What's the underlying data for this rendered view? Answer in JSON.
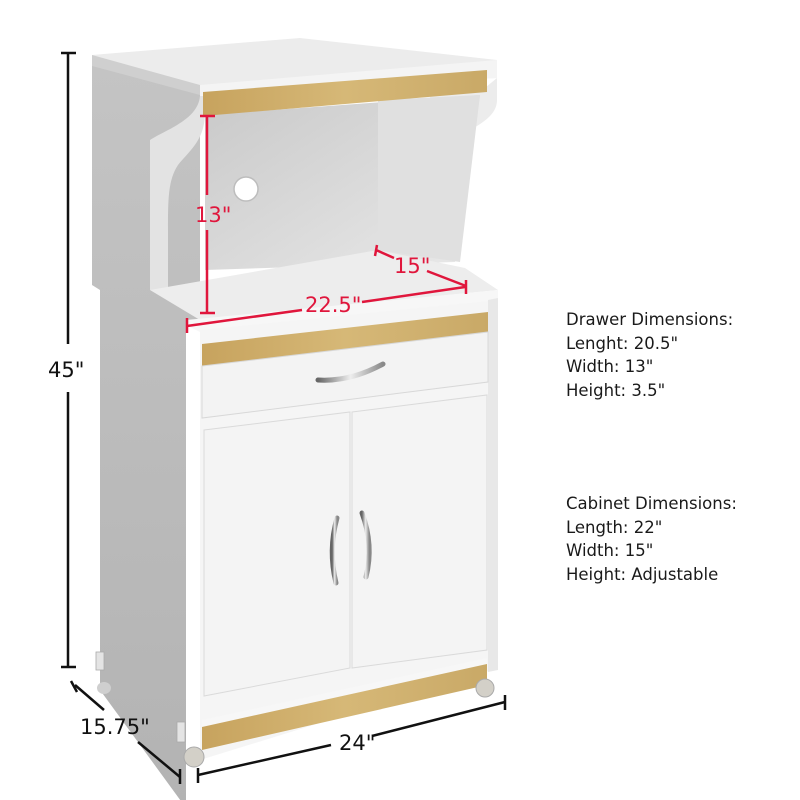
{
  "product": {
    "type": "microwave kitchen cart cabinet",
    "finish": "white with oak wood accent trim",
    "colors": {
      "body_white": "#f2f2f2",
      "side_grey": "#b9b9b9",
      "wood_trim": "#c9a967",
      "dimension_red": "#e0163c",
      "dimension_black": "#111111"
    }
  },
  "overall_dimensions": {
    "height": "45\"",
    "depth": "15.75\"",
    "width": "24\""
  },
  "microwave_shelf_dimensions": {
    "height": "13\"",
    "width": "22.5\"",
    "depth": "15\""
  },
  "drawer_specs": {
    "title": "Drawer Dimensions:",
    "lines": [
      "Lenght: 20.5\"",
      "Width: 13\"",
      "Height: 3.5\""
    ]
  },
  "cabinet_specs": {
    "title": "Cabinet Dimensions:",
    "lines": [
      "Length: 22\"",
      "Width: 15\"",
      "Height: Adjustable"
    ]
  }
}
